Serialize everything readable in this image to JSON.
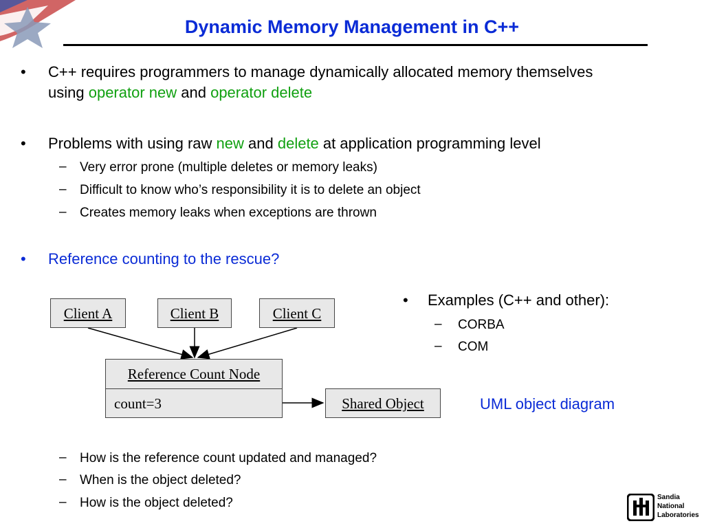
{
  "slide": {
    "title": "Dynamic Memory Management in C++",
    "bullet1": {
      "line1": "C++ requires programmers to manage dynamically allocated memory themselves",
      "line2_pre": "using ",
      "term1": "operator new",
      "mid": " and ",
      "term2": "operator delete"
    },
    "bullet2": {
      "pre": "Problems with using raw ",
      "term1": "new",
      "mid": " and ",
      "term2": "delete",
      "post": " at application programming level",
      "subs": [
        "Very error prone (multiple deletes or memory leaks)",
        "Difficult to know who’s responsibility it is to delete an object",
        "Creates memory leaks when exceptions are thrown"
      ]
    },
    "bullet3": "Reference counting to the rescue?",
    "examples": {
      "heading": "Examples (C++ and other):",
      "items": [
        "CORBA",
        "COM"
      ]
    },
    "uml_caption": "UML object diagram",
    "questions": [
      "How is the reference count updated and managed?",
      "When is the object deleted?",
      "How is the object deleted?"
    ],
    "logo": {
      "text": "Sandia National Laboratories",
      "line1": "Sandia",
      "line2": "National",
      "line3": "Laboratories"
    },
    "colors": {
      "title": "#0a2bd6",
      "keyword": "#10a010",
      "accent": "#0a2bd6"
    }
  },
  "diagram": {
    "client_a": "Client A",
    "client_b": "Client B",
    "client_c": "Client C",
    "ref_node_title": "Reference Count Node",
    "ref_node_attr": "count=3",
    "shared_object": "Shared Object"
  }
}
